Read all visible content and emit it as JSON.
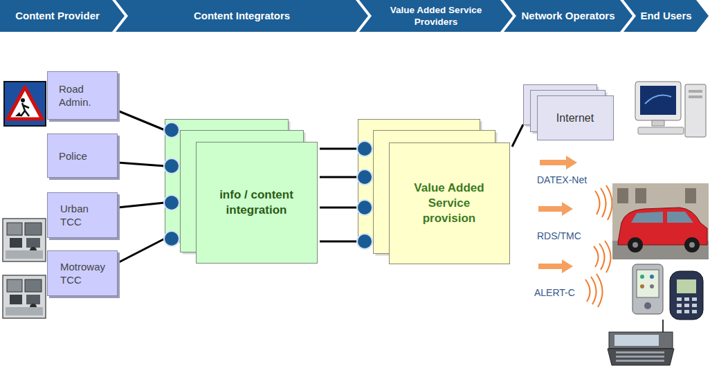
{
  "diagram": {
    "nodes": [
      {
        "text": [
          "Content Provider"
        ]
      },
      {
        "text": [
          "Content Integrators"
        ]
      },
      {
        "text": [
          "Value Added Service Providers"
        ]
      },
      {
        "text": [
          "Network Operators"
        ]
      },
      {
        "text": [
          "End Users"
        ]
      },
      {
        "text": [
          "Road Admin."
        ]
      },
      {
        "text": [
          "Police"
        ]
      },
      {
        "text": [
          "Urban TCC"
        ]
      },
      {
        "text": [
          "Motroway TCC"
        ]
      },
      {
        "text": [
          "info / content integration"
        ]
      },
      {
        "text": [
          "Value Added Service provision"
        ]
      },
      {
        "text": [
          "Internet"
        ]
      }
    ],
    "edges": [
      {
        "from": 5,
        "to": 9,
        "arrow": "none"
      },
      {
        "from": 6,
        "to": 9,
        "arrow": "none"
      },
      {
        "from": 7,
        "to": 9,
        "arrow": "none"
      },
      {
        "from": 8,
        "to": 9,
        "arrow": "none"
      },
      {
        "from": 9,
        "to": 10,
        "arrow": "none"
      },
      {
        "from": 9,
        "to": 10,
        "arrow": "none"
      },
      {
        "from": 9,
        "to": 10,
        "arrow": "none"
      },
      {
        "from": 9,
        "to": 10,
        "arrow": "none"
      },
      {
        "from": 10,
        "to": 11,
        "arrow": "none"
      }
    ],
    "labels": [
      "DATEX-Net",
      "RDS/TMC",
      "ALERT-C"
    ]
  }
}
